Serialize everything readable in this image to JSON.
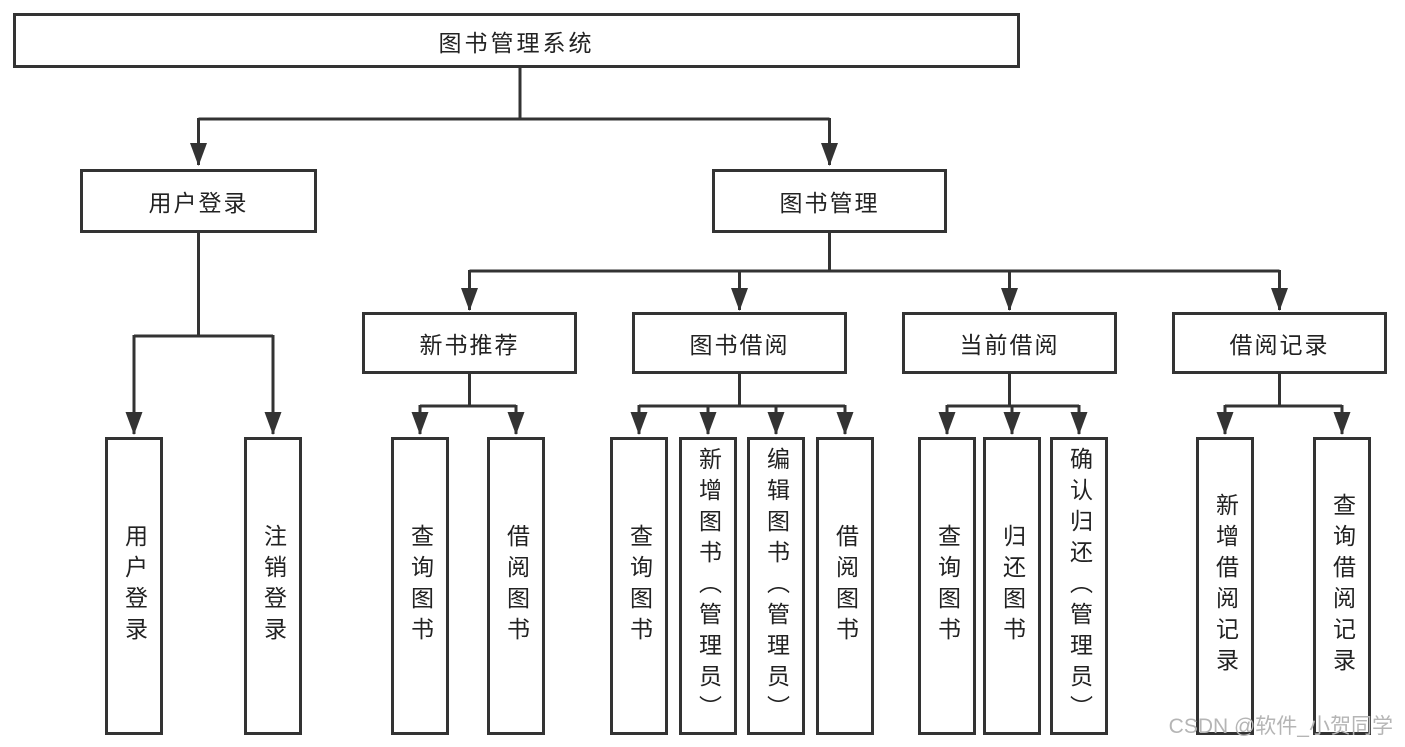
{
  "diagram": {
    "title": "图书管理系统",
    "level2": [
      "用户登录",
      "图书管理"
    ],
    "login_children": [
      "用户登录",
      "注销登录"
    ],
    "modules": [
      {
        "label": "新书推荐",
        "children": [
          "查询图书",
          "借阅图书"
        ]
      },
      {
        "label": "图书借阅",
        "children": [
          "查询图书",
          "新增图书（管理员）",
          "编辑图书（管理员）",
          "借阅图书"
        ]
      },
      {
        "label": "当前借阅",
        "children": [
          "查询图书",
          "归还图书",
          "确认归还（管理员）"
        ]
      },
      {
        "label": "借阅记录",
        "children": [
          "新增借阅记录",
          "查询借阅记录"
        ]
      }
    ],
    "watermark": "CSDN @软件_小贺同学",
    "colors": {
      "line": "#333333",
      "text": "#222222",
      "background": "#ffffff",
      "watermark": "#b5b5b5"
    }
  }
}
